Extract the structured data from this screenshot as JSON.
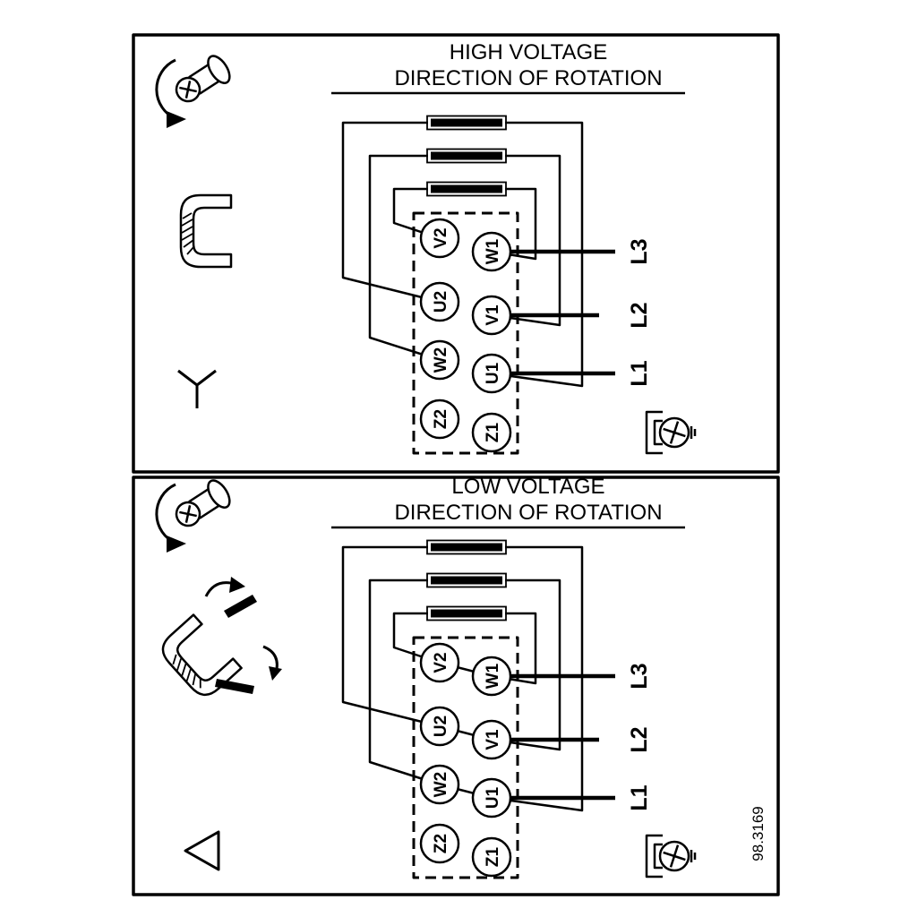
{
  "colors": {
    "line": "#000000",
    "background": "#ffffff",
    "bar_fill": "#000000"
  },
  "figure_number": "98.3169",
  "panels": [
    {
      "title_line1": "HIGH VOLTAGE",
      "title_line2": "DIRECTION OF ROTATION",
      "connection": "star",
      "terminals": {
        "left": [
          "V2",
          "U2",
          "W2",
          "Z2"
        ],
        "right": [
          "W1",
          "V1",
          "U1",
          "Z1"
        ]
      },
      "supply": [
        "L3",
        "L2",
        "L1"
      ],
      "jumper_bars": 3
    },
    {
      "title_line1": "LOW VOLTAGE",
      "title_line2": "DIRECTION OF ROTATION",
      "connection": "delta",
      "terminals": {
        "left": [
          "V2",
          "U2",
          "W2",
          "Z2"
        ],
        "right": [
          "W1",
          "V1",
          "U1",
          "Z1"
        ]
      },
      "supply": [
        "L3",
        "L2",
        "L1"
      ],
      "jumper_bars": 3
    }
  ],
  "icons": {
    "screw_rotation": "screw-with-rotation-arrow",
    "jumper_bracket": "terminal-jumper-link",
    "star": "star-connection-Y",
    "delta": "delta-connection-triangle",
    "ground_screw": "terminal-screw-with-clamp"
  }
}
